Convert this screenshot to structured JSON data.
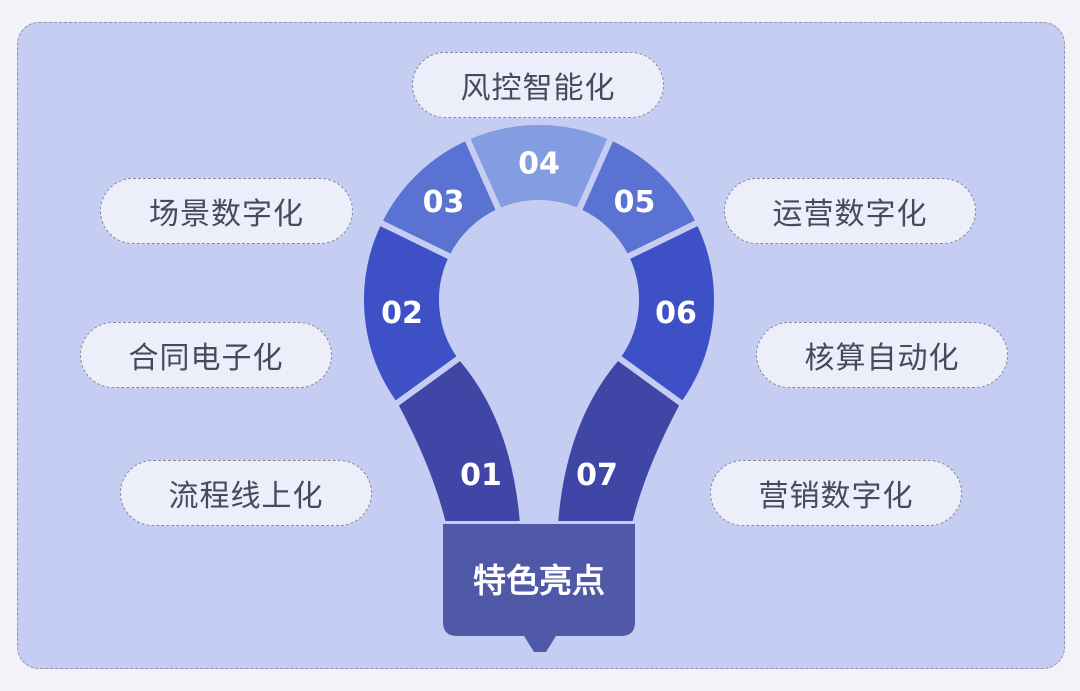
{
  "center_label": "特色亮点",
  "segments": [
    {
      "id": "01",
      "label": "流程线上化",
      "color": "#3f46a6"
    },
    {
      "id": "02",
      "label": "合同电子化",
      "color": "#3d50c6"
    },
    {
      "id": "03",
      "label": "场景数字化",
      "color": "#5a73d3"
    },
    {
      "id": "04",
      "label": "风控智能化",
      "color": "#849ce2"
    },
    {
      "id": "05",
      "label": "运营数字化",
      "color": "#5a73d3"
    },
    {
      "id": "06",
      "label": "核算自动化",
      "color": "#3d50c6"
    },
    {
      "id": "07",
      "label": "营销数字化",
      "color": "#3f46a6"
    }
  ],
  "colors": {
    "panel_bg": "#c6cdf2",
    "pill_bg": "#eceef9",
    "base": "#5059a8",
    "separator": "#c6cdf2"
  }
}
